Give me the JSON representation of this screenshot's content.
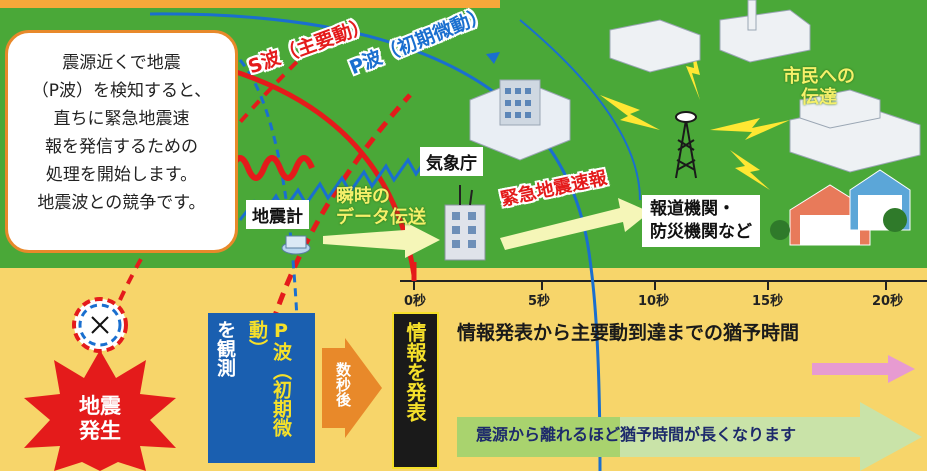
{
  "callout": {
    "lines": [
      "震源近くで地震",
      "（P波）を検知すると、",
      "直ちに緊急地震速",
      "報を発信するための",
      "処理を開始します。",
      "地震波との競争です。"
    ]
  },
  "waves": {
    "s_wave": "S波（主要動）",
    "p_wave": "P波（初期微動）"
  },
  "labels": {
    "seismometer": "地震計",
    "instant_transfer": "瞬時の\nデータ伝送",
    "jma": "気象庁",
    "eew": "緊急地震速報",
    "citizens": "市民への\n伝達",
    "media": "報道機関・\n防災機関など"
  },
  "timeline": {
    "ticks": [
      "0秒",
      "5秒",
      "10秒",
      "15秒",
      "20秒"
    ],
    "grace_text": "情報発表から主要動到達までの猶予時間",
    "longer_text": "震源から離れるほど猶予時間が長くなります"
  },
  "steps": {
    "quake": "地震\n発生",
    "observe_left": "を観測",
    "observe_right": "P波（初期微動）",
    "seconds_later": "数秒後",
    "issue": "情報を発表"
  },
  "colors": {
    "green": "#4aa838",
    "yellow_ground": "#f7d56a",
    "s_red": "#e41b1b",
    "p_blue": "#1a6fcf",
    "orange": "#e8892a",
    "step_blue": "#1a5fb0"
  }
}
